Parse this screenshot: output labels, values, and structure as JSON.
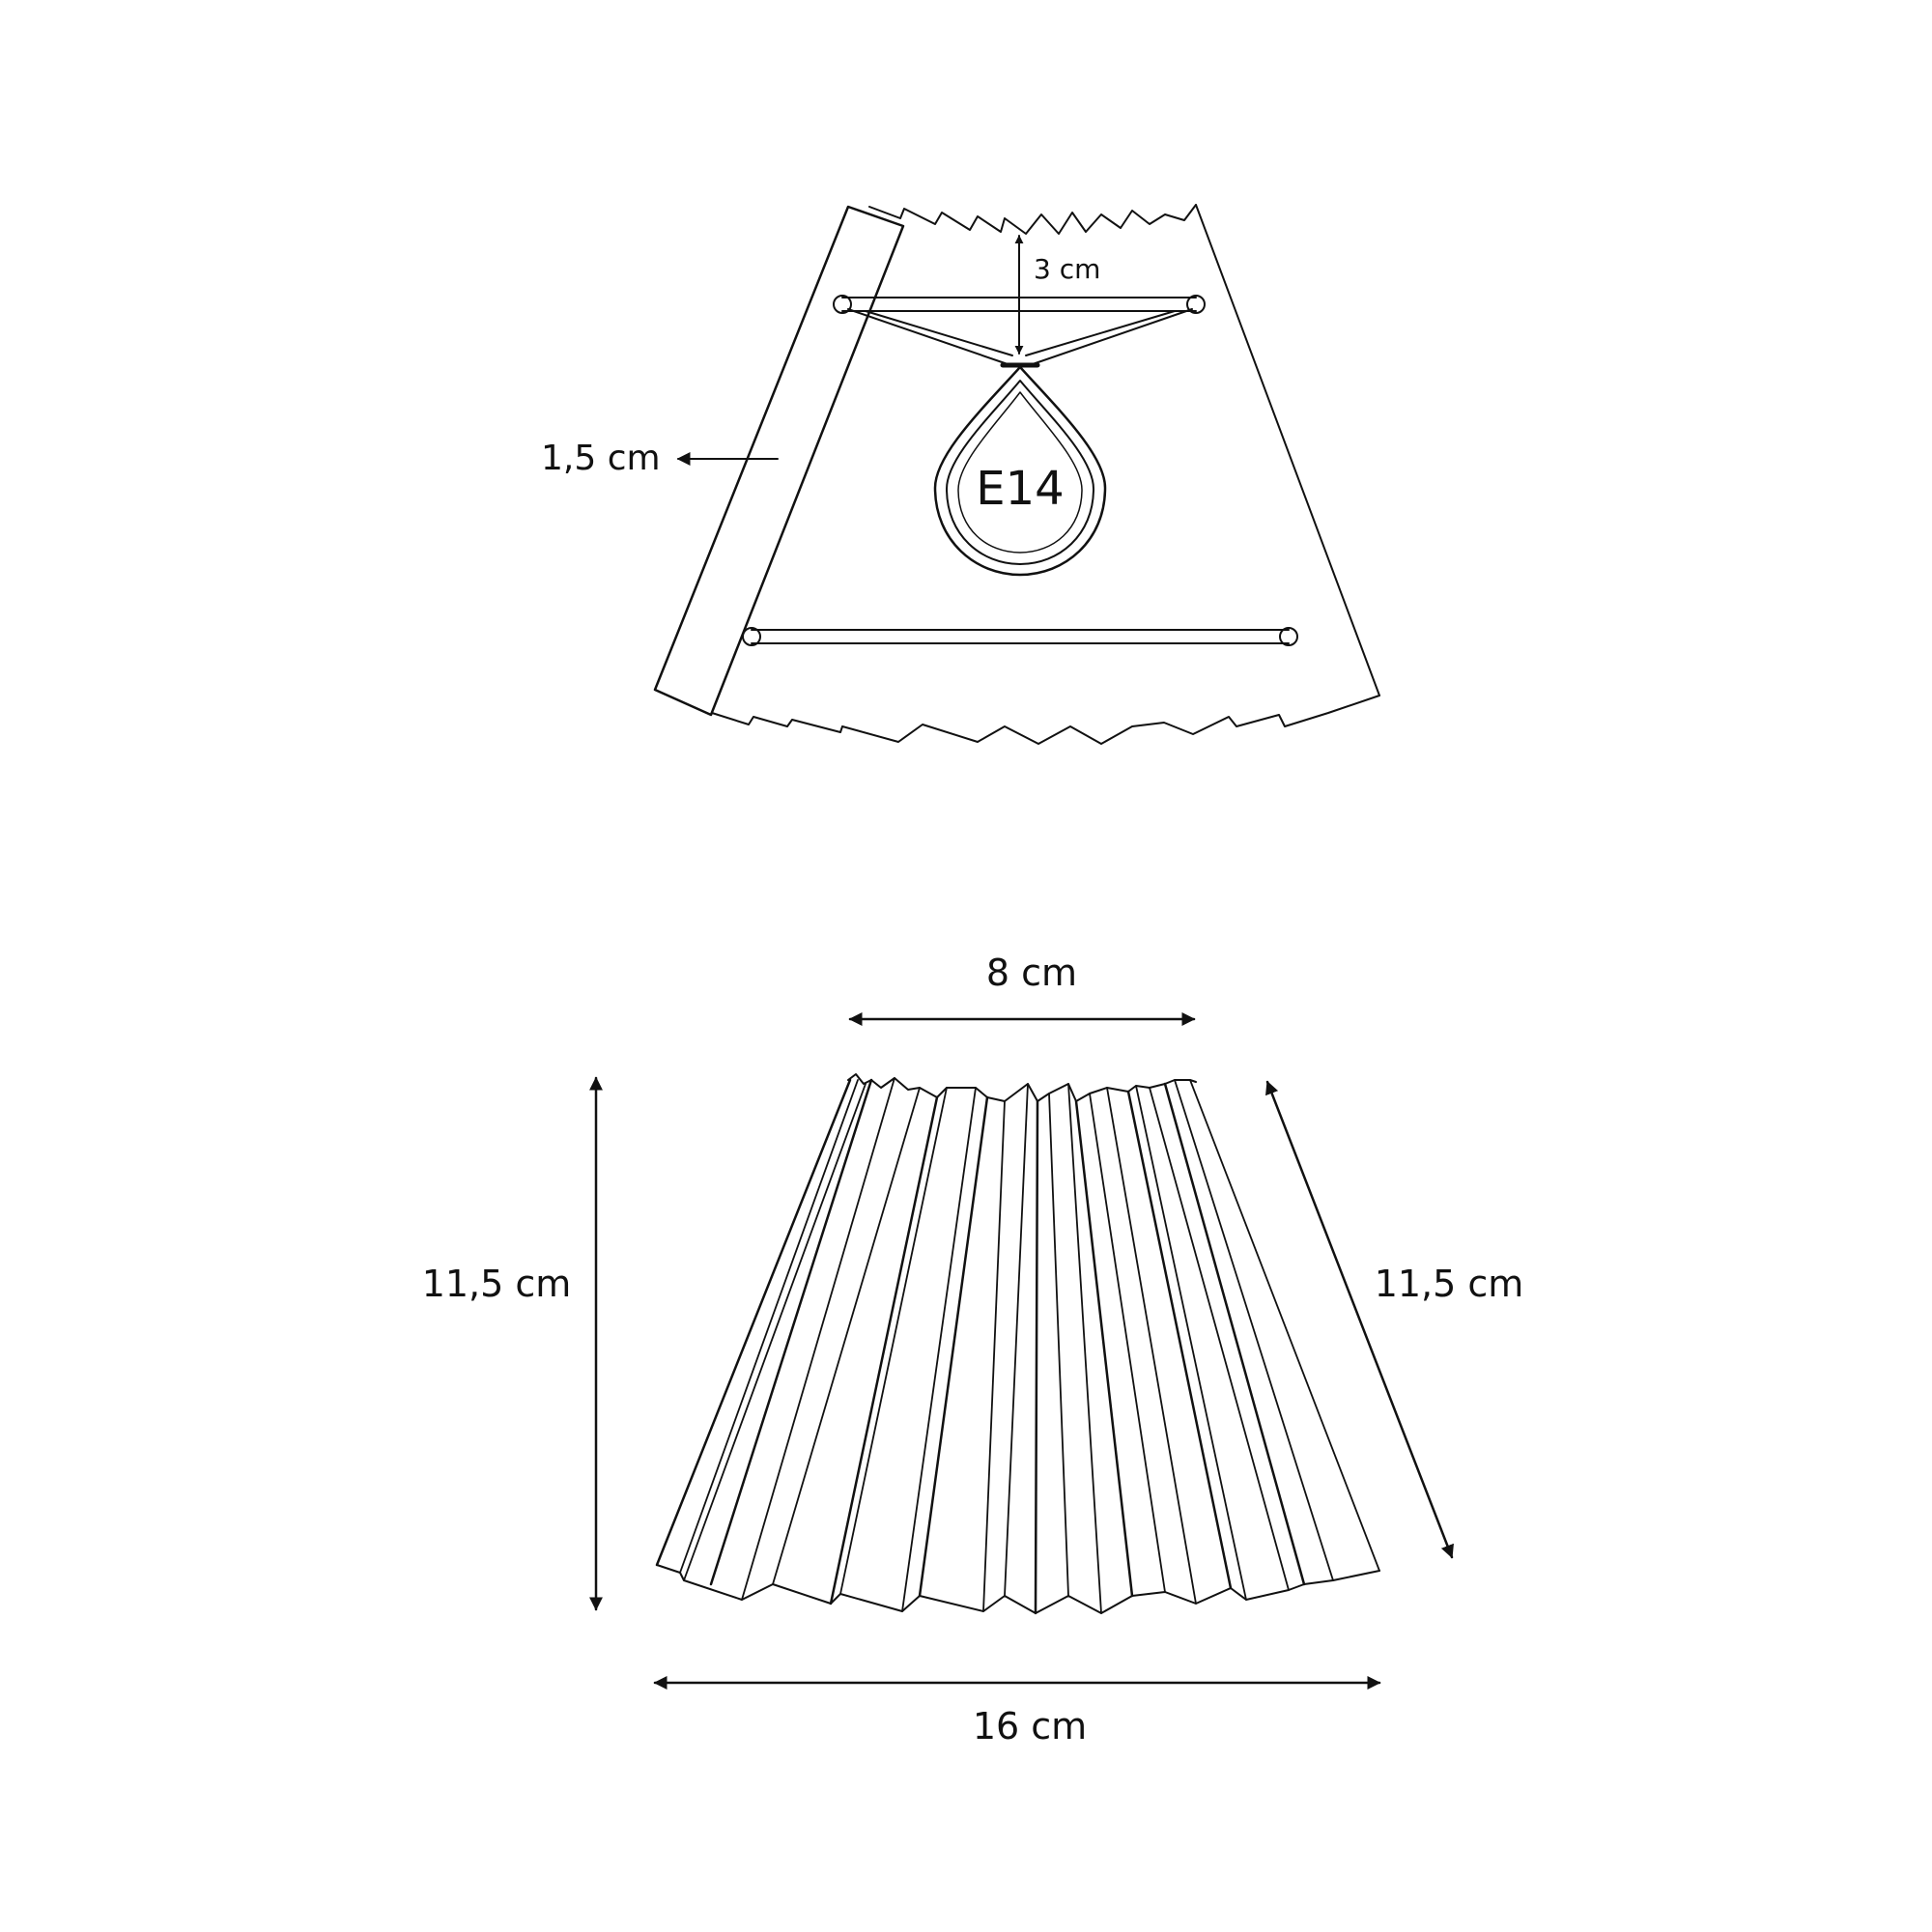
{
  "colors": {
    "ink": "#111111",
    "background": "#ffffff"
  },
  "top_view": {
    "strip_width_label": "1,5 cm",
    "hanger_drop_label": "3 cm",
    "socket_label": "E14"
  },
  "front_view": {
    "top_width_label": "8 cm",
    "bottom_width_label": "16 cm",
    "height_label": "11,5 cm",
    "slant_label": "11,5 cm"
  }
}
